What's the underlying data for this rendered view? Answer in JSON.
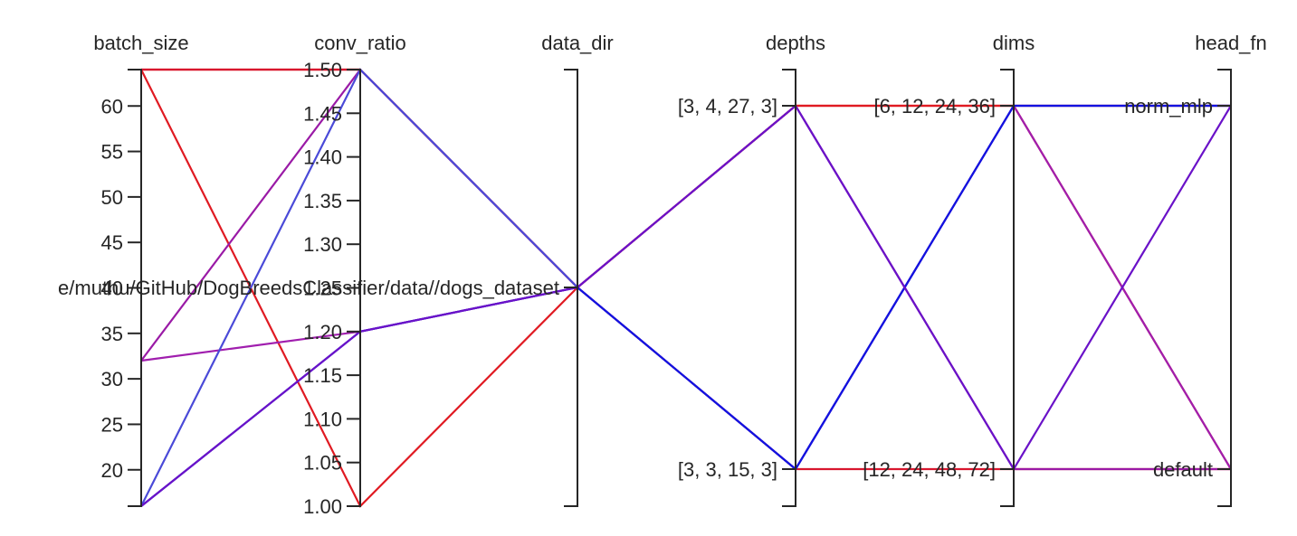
{
  "chart_data": {
    "type": "parallel_coordinates",
    "axes": [
      {
        "name": "batch_size",
        "kind": "numeric",
        "range": [
          16,
          64
        ],
        "ticks": [
          20,
          25,
          30,
          35,
          40,
          45,
          50,
          55,
          60
        ]
      },
      {
        "name": "conv_ratio",
        "kind": "numeric",
        "range": [
          1.0,
          1.5
        ],
        "ticks": [
          1.0,
          1.05,
          1.1,
          1.15,
          1.2,
          1.25,
          1.3,
          1.35,
          1.4,
          1.45,
          1.5
        ]
      },
      {
        "name": "data_dir",
        "kind": "categorical",
        "categories": [
          "e/muthu/GitHub/DogBreedsClassifier/data//dogs_dataset"
        ]
      },
      {
        "name": "depths",
        "kind": "categorical",
        "categories": [
          "[3, 3, 15, 3]",
          "[3, 4, 27, 3]"
        ]
      },
      {
        "name": "dims",
        "kind": "categorical",
        "categories": [
          "[12, 24, 48, 72]",
          "[6, 12, 24, 36]"
        ]
      },
      {
        "name": "head_fn",
        "kind": "categorical",
        "categories": [
          "default",
          "norm_mlp"
        ]
      }
    ],
    "runs": [
      {
        "color": "#e8161a",
        "values": [
          64,
          1.5,
          "e/muthu/GitHub/DogBreedsClassifier/data//dogs_dataset",
          "[3, 4, 27, 3]",
          "[6, 12, 24, 36]",
          "norm_mlp"
        ]
      },
      {
        "color": "#e01a22",
        "values": [
          64,
          1.0,
          "e/muthu/GitHub/DogBreedsClassifier/data//dogs_dataset",
          "[3, 4, 27, 3]",
          "[6, 12, 24, 36]",
          "default"
        ]
      },
      {
        "color": "#d8162e",
        "values": [
          64,
          1.5,
          "e/muthu/GitHub/DogBreedsClassifier/data//dogs_dataset",
          "[3, 3, 15, 3]",
          "[12, 24, 48, 72]",
          "default"
        ]
      },
      {
        "color": "#9a1aa6",
        "values": [
          32,
          1.5,
          "e/muthu/GitHub/DogBreedsClassifier/data//dogs_dataset",
          "[3, 4, 27, 3]",
          "[12, 24, 48, 72]",
          "default"
        ]
      },
      {
        "color": "#a01eae",
        "values": [
          32,
          1.2,
          "e/muthu/GitHub/DogBreedsClassifier/data//dogs_dataset",
          "[3, 3, 15, 3]",
          "[6, 12, 24, 36]",
          "default"
        ]
      },
      {
        "color": "#4a4ad8",
        "values": [
          16,
          1.5,
          "e/muthu/GitHub/DogBreedsClassifier/data//dogs_dataset",
          "[3, 3, 15, 3]",
          "[6, 12, 24, 36]",
          "norm_mlp"
        ]
      },
      {
        "color": "#1212e0",
        "values": [
          16,
          1.2,
          "e/muthu/GitHub/DogBreedsClassifier/data//dogs_dataset",
          "[3, 3, 15, 3]",
          "[6, 12, 24, 36]",
          "norm_mlp"
        ]
      },
      {
        "color": "#6a12c8",
        "values": [
          16,
          1.2,
          "e/muthu/GitHub/DogBreedsClassifier/data//dogs_dataset",
          "[3, 4, 27, 3]",
          "[12, 24, 48, 72]",
          "norm_mlp"
        ]
      }
    ]
  }
}
